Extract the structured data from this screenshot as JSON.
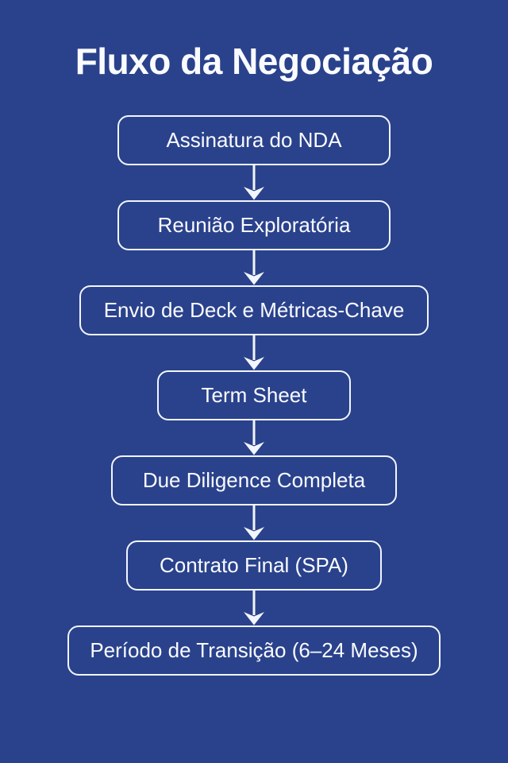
{
  "title": "Fluxo da Negociação",
  "flow": {
    "nodes": [
      {
        "label": "Assinatura do NDA"
      },
      {
        "label": "Reunião Exploratória"
      },
      {
        "label": "Envio de Deck e Métricas-Chave"
      },
      {
        "label": "Term Sheet"
      },
      {
        "label": "Due Diligence Completa"
      },
      {
        "label": "Contrato Final (SPA)"
      },
      {
        "label": "Período de Transição (6–24 Meses)"
      }
    ]
  },
  "colors": {
    "background": "#2A428C",
    "box_border": "#F2F5FB",
    "text": "#FAFBFE",
    "arrow": "#F2F5FB"
  }
}
